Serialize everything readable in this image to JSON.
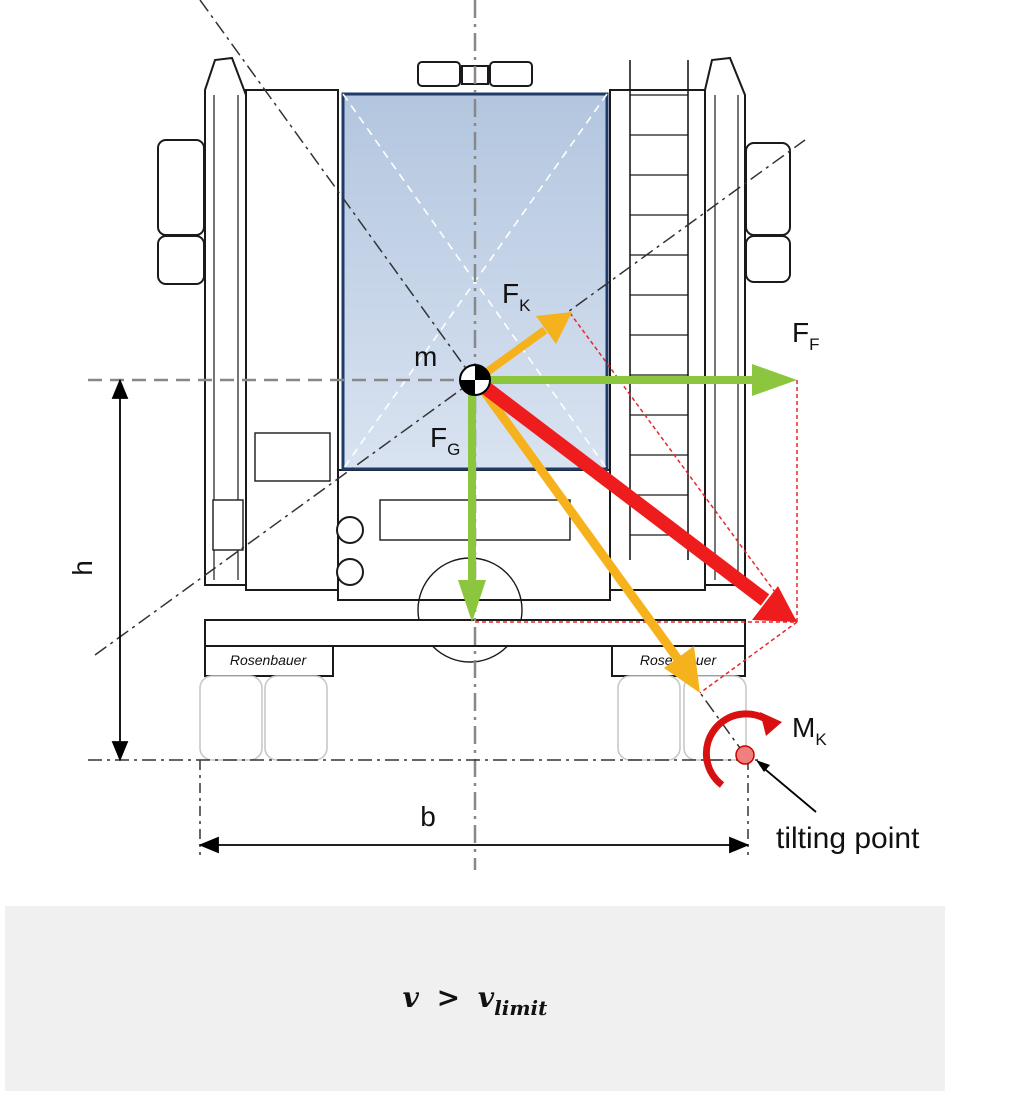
{
  "labels": {
    "mass": "m",
    "fk_main": "F",
    "fk_sub": "K",
    "ff_main": "F",
    "ff_sub": "F",
    "fg_main": "F",
    "fg_sub": "G",
    "mk_main": "M",
    "mk_sub": "K",
    "height": "h",
    "width": "b",
    "tilting_point": "tilting point",
    "vehicle_brand": "Rosenbauer"
  },
  "formula": {
    "lhs": "v",
    "operator": ">",
    "rhs": "v",
    "rhs_subscript": "limit"
  },
  "colors": {
    "green_arrow": "#8cc63f",
    "orange_arrow": "#f5b21c",
    "red_arrow": "#ee1c1c",
    "dashed_rect": "#e8262b",
    "windshield": "#c7d6ea",
    "formula_background": "#f0f0f0"
  }
}
